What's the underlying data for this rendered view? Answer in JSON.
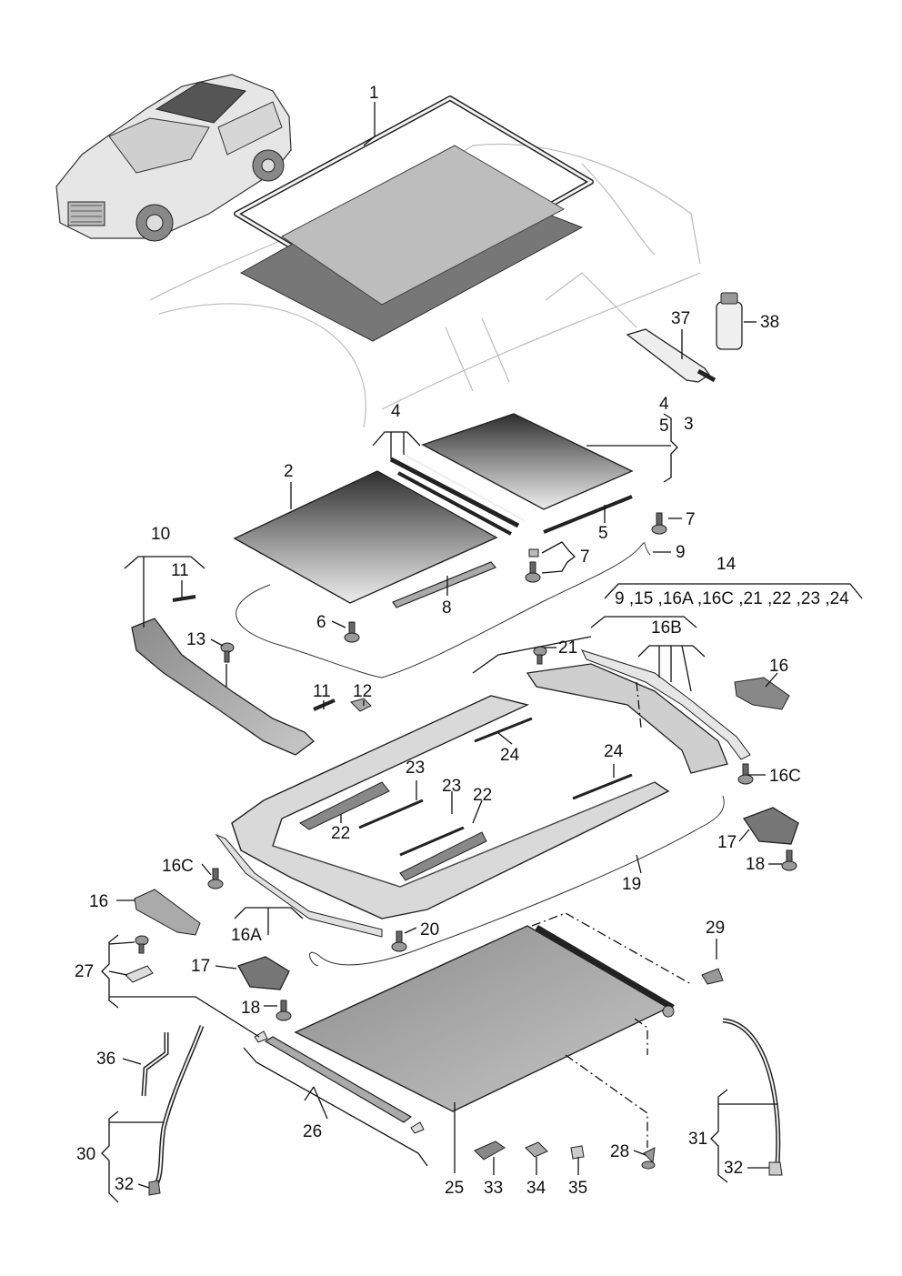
{
  "labels": {
    "p1": "1",
    "p2": "2",
    "p3": "3",
    "p4a": "4",
    "p4b": "4",
    "p5a": "5",
    "p5b": "5",
    "p6": "6",
    "p7a": "7",
    "p7b": "7",
    "p8": "8",
    "p9": "9",
    "p10": "10",
    "p11a": "11",
    "p11b": "11",
    "p12": "12",
    "p13": "13",
    "p14": "14",
    "p14list": "9 ,15 ,16A ,16C ,21 ,22 ,23 ,24",
    "p16a": "16",
    "p16b": "16",
    "p16B": "16B",
    "p16Ca": "16C",
    "p16Cb": "16C",
    "p16A": "16A",
    "p17a": "17",
    "p17b": "17",
    "p18a": "18",
    "p18b": "18",
    "p19": "19",
    "p20": "20",
    "p21": "21",
    "p22a": "22",
    "p22b": "22",
    "p23a": "23",
    "p23b": "23",
    "p24a": "24",
    "p24b": "24",
    "p25": "25",
    "p26": "26",
    "p27": "27",
    "p28": "28",
    "p29": "29",
    "p30": "30",
    "p31": "31",
    "p32a": "32",
    "p32b": "32",
    "p33": "33",
    "p34": "34",
    "p35": "35",
    "p36": "36",
    "p37": "37",
    "p38": "38"
  },
  "colors": {
    "ink": "#111111",
    "glass_dark": "#3a3a3a",
    "glass_light": "#e4e4e4",
    "part_fill": "#f2f2f2",
    "shade": "#9a9a9a"
  }
}
